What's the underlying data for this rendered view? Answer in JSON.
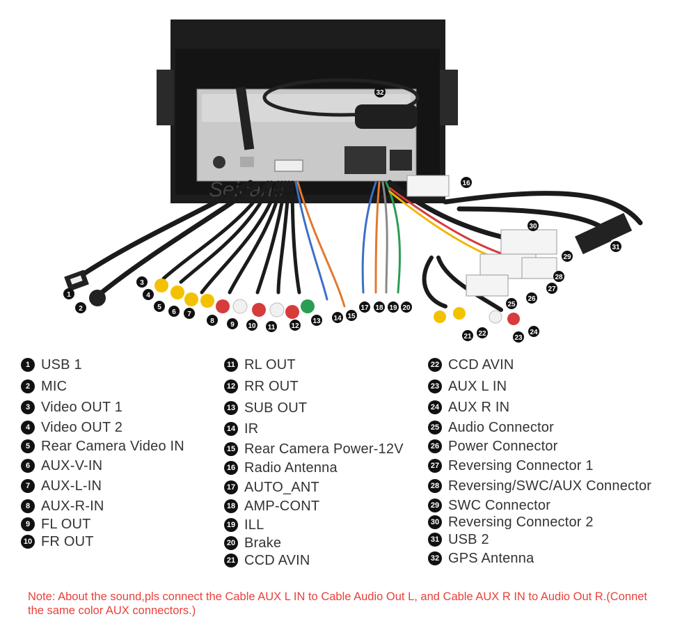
{
  "brand_watermark": "Seicane",
  "legend": {
    "col1": [
      {
        "num": "1",
        "label": "USB 1"
      },
      {
        "num": "2",
        "label": "MIC"
      },
      {
        "num": "3",
        "label": "Video OUT 1"
      },
      {
        "num": "4",
        "label": "Video OUT 2"
      },
      {
        "num": "5",
        "label": "Rear Camera Video IN"
      },
      {
        "num": "6",
        "label": "AUX-V-IN"
      },
      {
        "num": "7",
        "label": "AUX-L-IN"
      },
      {
        "num": "8",
        "label": "AUX-R-IN"
      },
      {
        "num": "9",
        "label": "FL OUT"
      },
      {
        "num": "10",
        "label": "FR OUT"
      }
    ],
    "col2": [
      {
        "num": "11",
        "label": "RL OUT"
      },
      {
        "num": "12",
        "label": "RR OUT"
      },
      {
        "num": "13",
        "label": "SUB OUT"
      },
      {
        "num": "14",
        "label": "IR"
      },
      {
        "num": "15",
        "label": "Rear Camera Power-12V"
      },
      {
        "num": "16",
        "label": "Radio Antenna"
      },
      {
        "num": "17",
        "label": "AUTO_ANT"
      },
      {
        "num": "18",
        "label": "AMP-CONT"
      },
      {
        "num": "19",
        "label": "ILL"
      },
      {
        "num": "20",
        "label": "Brake"
      },
      {
        "num": "21",
        "label": "CCD AVIN"
      }
    ],
    "col3": [
      {
        "num": "22",
        "label": "CCD AVIN"
      },
      {
        "num": "23",
        "label": "AUX L IN"
      },
      {
        "num": "24",
        "label": "AUX R IN"
      },
      {
        "num": "25",
        "label": "Audio Connector"
      },
      {
        "num": "26",
        "label": "Power Connector"
      },
      {
        "num": "27",
        "label": "Reversing Connector 1"
      },
      {
        "num": "28",
        "label": "Reversing/SWC/AUX Connector"
      },
      {
        "num": "29",
        "label": "SWC Connector"
      },
      {
        "num": "30",
        "label": "Reversing Connector 2"
      },
      {
        "num": "31",
        "label": "USB 2"
      },
      {
        "num": "32",
        "label": "GPS Antenna"
      }
    ]
  },
  "note": "Note: About the sound,pls connect the Cable AUX L IN to Cable Audio Out L, and Cable AUX R IN to Audio Out R.(Connet the same color AUX connectors.)"
}
